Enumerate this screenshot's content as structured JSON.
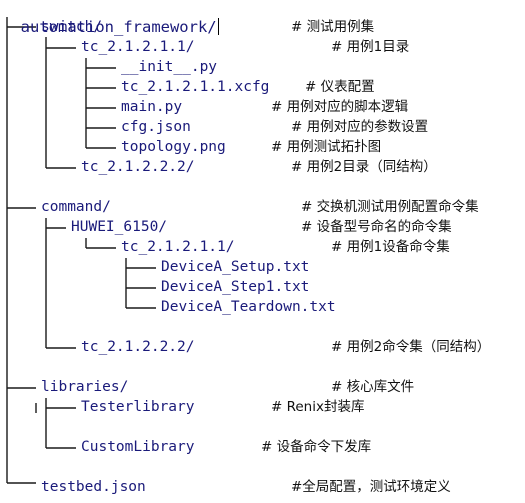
{
  "root": "automation_framework/",
  "entries": [
    {
      "id": "switch",
      "name": "switch/",
      "comment": "# 测试用例集"
    },
    {
      "id": "tc1",
      "name": "tc_2.1.2.1.1/",
      "comment": "# 用例1目录"
    },
    {
      "id": "init",
      "name": "__init__.py",
      "comment": ""
    },
    {
      "id": "xcfg",
      "name": "tc_2.1.2.1.1.xcfg",
      "comment": "# 仪表配置"
    },
    {
      "id": "main",
      "name": "main.py",
      "comment": "# 用例对应的脚本逻辑"
    },
    {
      "id": "cfg",
      "name": "cfg.json",
      "comment": "# 用例对应的参数设置"
    },
    {
      "id": "topo",
      "name": "topology.png",
      "comment": "# 用例测试拓扑图"
    },
    {
      "id": "tc2",
      "name": "tc_2.1.2.2.2/",
      "comment": "# 用例2目录（同结构）"
    },
    {
      "id": "command",
      "name": "command/",
      "comment": "# 交换机测试用例配置命令集"
    },
    {
      "id": "huawei",
      "name": "HUWEI_6150/",
      "comment": "# 设备型号命名的命令集"
    },
    {
      "id": "ctc1",
      "name": "tc_2.1.2.1.1/",
      "comment": "# 用例1设备命令集"
    },
    {
      "id": "setup",
      "name": "DeviceA_Setup.txt",
      "comment": ""
    },
    {
      "id": "step1",
      "name": "DeviceA_Step1.txt",
      "comment": ""
    },
    {
      "id": "teardown",
      "name": "DeviceA_Teardown.txt",
      "comment": ""
    },
    {
      "id": "ctc2",
      "name": "tc_2.1.2.2.2/",
      "comment": "# 用例2命令集（同结构）"
    },
    {
      "id": "libraries",
      "name": "libraries/",
      "comment": "# 核心库文件"
    },
    {
      "id": "tester",
      "name": "Testerlibrary",
      "comment": "# Renix封装库"
    },
    {
      "id": "custom",
      "name": "CustomLibrary",
      "comment": "# 设备命令下发库"
    },
    {
      "id": "testbed",
      "name": "testbed.json",
      "comment": "#全局配置，测试环境定义"
    }
  ]
}
